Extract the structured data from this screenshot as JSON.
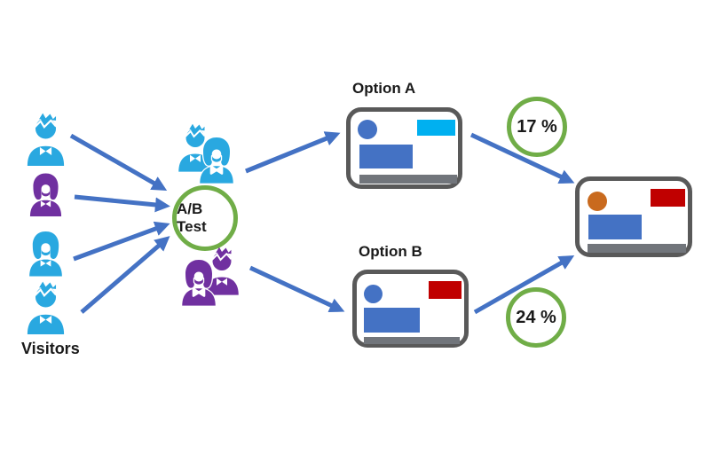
{
  "colors": {
    "cyan": "#29A8E0",
    "purple": "#7030A0",
    "green": "#70AD47",
    "blue": "#4472C4",
    "lightblue": "#00B0F0",
    "red": "#C00000",
    "orange": "#C96A1E",
    "gray": "#71757B",
    "border": "#595959",
    "text": "#1A1A1A"
  },
  "visitors": {
    "label": "Visitors",
    "people": [
      {
        "icon": "male-user-icon",
        "color": "cyan"
      },
      {
        "icon": "female-user-icon",
        "color": "purple"
      },
      {
        "icon": "female-user-icon",
        "color": "cyan"
      },
      {
        "icon": "male-user-icon",
        "color": "cyan"
      }
    ]
  },
  "hub": {
    "label": "A/B Test"
  },
  "groups": {
    "variant_a": {
      "icon": "user-pair-icon",
      "color": "cyan"
    },
    "variant_b": {
      "icon": "user-pair-icon",
      "color": "purple"
    }
  },
  "options": {
    "a": {
      "label": "Option A",
      "conversion": "17 %",
      "page_elements": [
        "blue-circle",
        "lightblue-banner",
        "blue-block",
        "gray-footer-bar"
      ]
    },
    "b": {
      "label": "Option B",
      "conversion": "24 %",
      "page_elements": [
        "blue-circle",
        "red-banner",
        "blue-block",
        "gray-footer-bar"
      ]
    }
  },
  "result_page": {
    "page_elements": [
      "orange-circle",
      "red-banner",
      "blue-block",
      "gray-footer-bar"
    ]
  }
}
